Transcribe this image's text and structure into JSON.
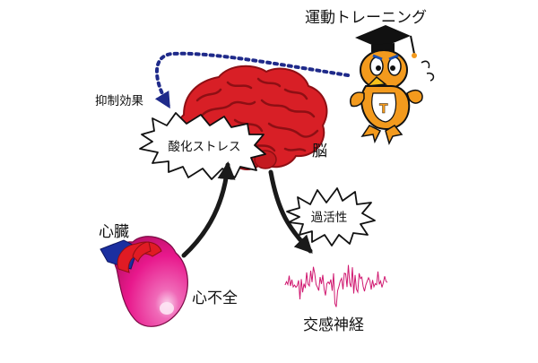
{
  "labels": {
    "exercise_training": "運動トレーニング",
    "suppression_effect": "抑制効果",
    "oxidative_stress": "酸化ストレス",
    "brain": "脳",
    "hyperactivity": "過活性",
    "heart": "心臓",
    "heart_failure": "心不全",
    "sympathetic_nerve": "交感神経"
  },
  "colors": {
    "brain": "#d81f26",
    "brain_dark": "#8e0f14",
    "arrow": "#1a1a1a",
    "dotted_arrow": "#1f2a8a",
    "heart": "#e8188c",
    "heart_vessel_red": "#e01b24",
    "heart_vessel_blue": "#1b2fa0",
    "signal": "#d01870",
    "mascot_orange": "#f39a1d",
    "mascot_cap": "#111111"
  },
  "icons": {
    "brain": "brain-icon",
    "heart": "heart-icon",
    "mascot": "mascot-icon",
    "signal": "nerve-signal-icon"
  }
}
